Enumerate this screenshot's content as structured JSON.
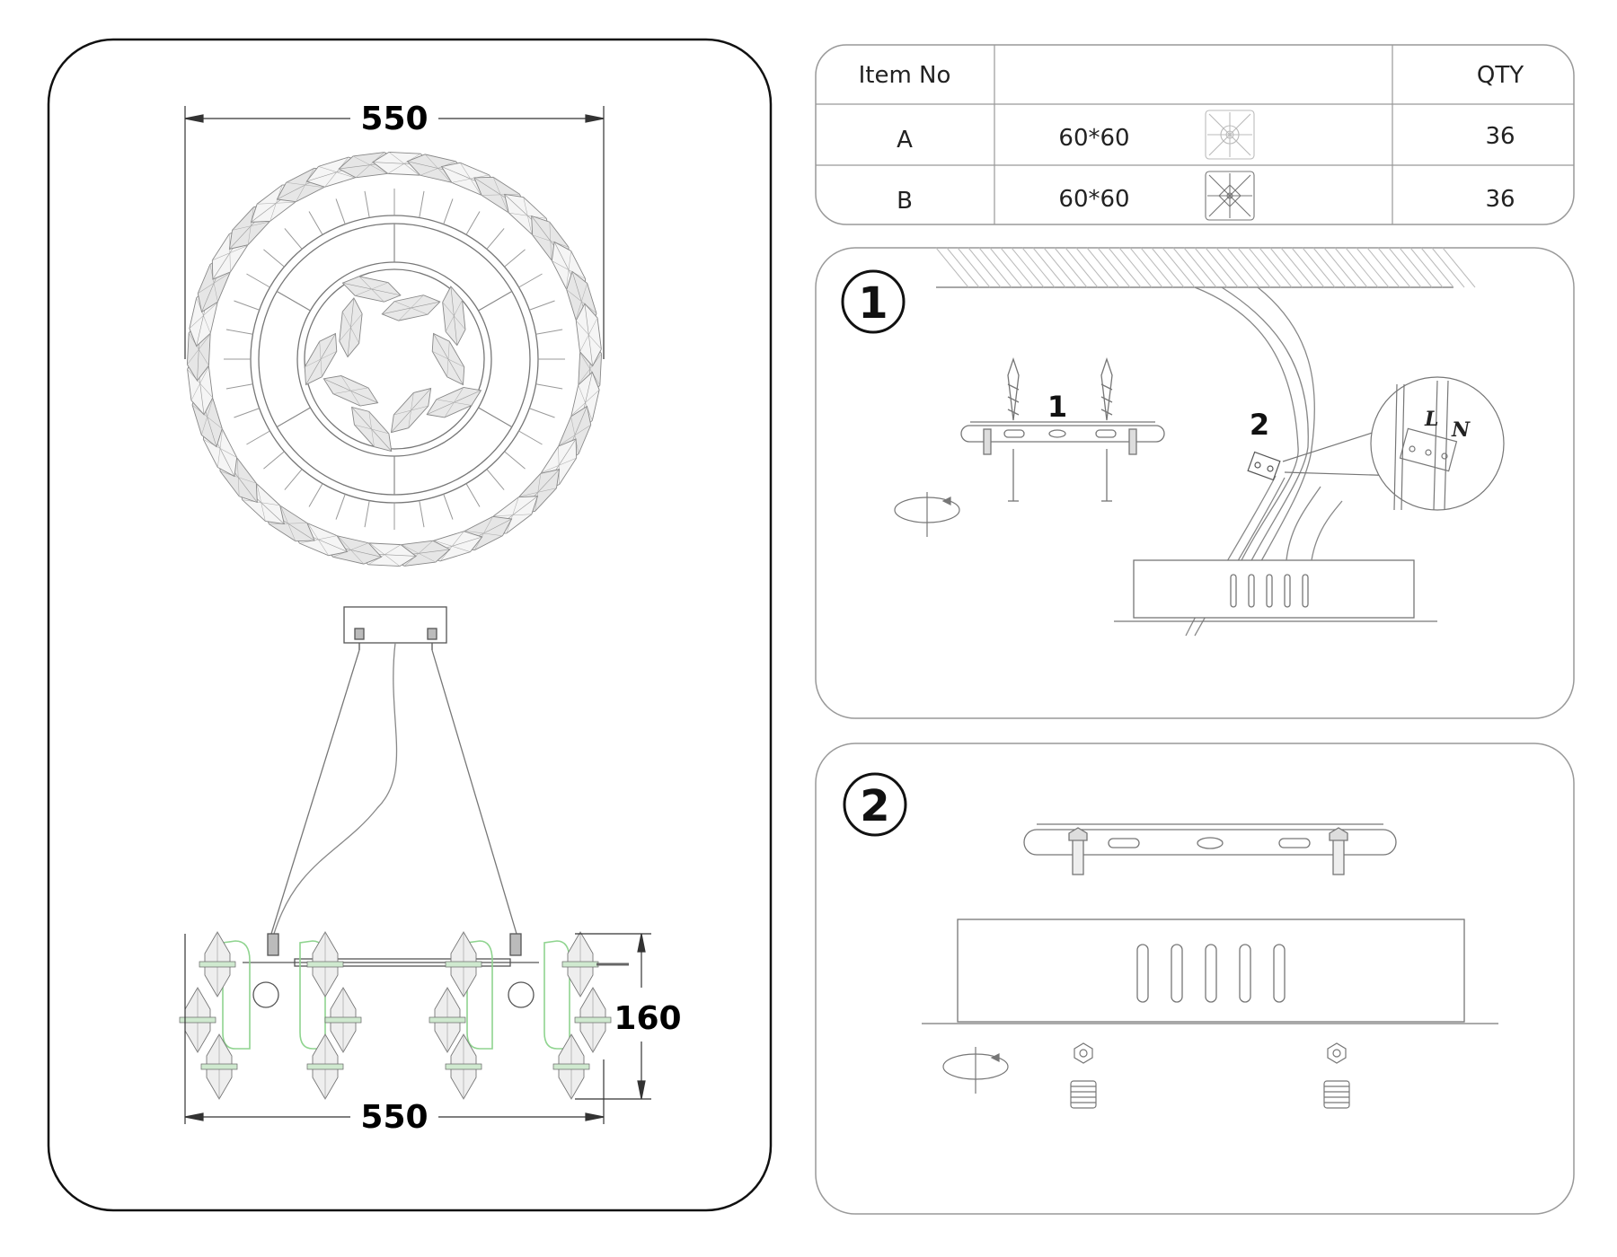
{
  "fixture": {
    "top_width": "550",
    "bottom_width": "550",
    "height": "160"
  },
  "parts_table": {
    "headers": {
      "item": "Item No",
      "desc": "",
      "qty": "QTY"
    },
    "rows": [
      {
        "item": "A",
        "size": "60*60",
        "qty": "36"
      },
      {
        "item": "B",
        "size": "60*60",
        "qty": "36"
      }
    ]
  },
  "step1": {
    "number": "1",
    "callout_1": "1",
    "callout_2": "2",
    "terminal_l": "L",
    "terminal_n": "N"
  },
  "step2": {
    "number": "2"
  }
}
